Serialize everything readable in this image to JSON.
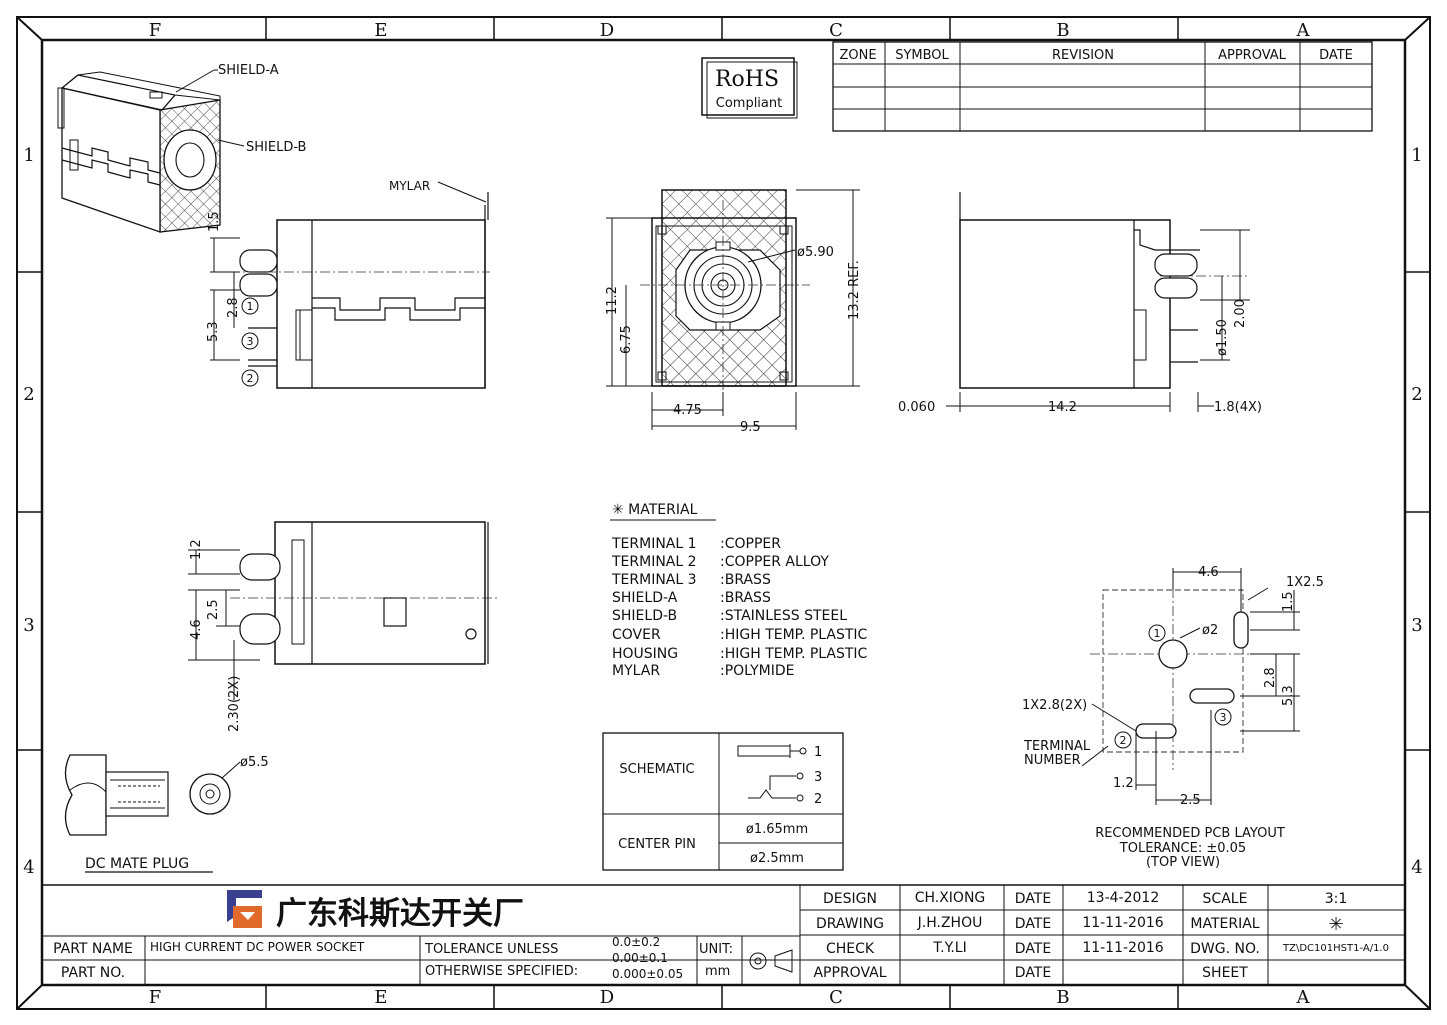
{
  "grid": {
    "cols_top": [
      "F",
      "E",
      "D",
      "C",
      "B",
      "A"
    ],
    "cols_bottom": [
      "F",
      "E",
      "D",
      "C",
      "B",
      "A"
    ],
    "rows": [
      "1",
      "2",
      "3",
      "4"
    ]
  },
  "revision_table": {
    "headers": [
      "ZONE",
      "SYMBOL",
      "REVISION",
      "APPROVAL",
      "DATE"
    ]
  },
  "rohs": {
    "line1": "RoHS",
    "line2": "Compliant"
  },
  "callouts": {
    "shield_a": "SHIELD-A",
    "shield_b": "SHIELD-B",
    "mylar": "MYLAR"
  },
  "dims": {
    "d1_5": "1.5",
    "d2_8": "2.8",
    "d5_3": "5.3",
    "d11_2": "11.2",
    "d6_75": "6.75",
    "d4_75": "4.75",
    "d9_5": "9.5",
    "d5_90": "ø5.90",
    "d13_2": "13.2 REF.",
    "d0_060": "0.060",
    "d14_2": "14.2",
    "d1_8": "1.8(4X)",
    "d1_50": "ø1.50",
    "d2_00": "2.00",
    "b1_2": "1.2",
    "b2_5": "2.5",
    "b4_6": "4.6",
    "b2_30": "2.30(2X)",
    "plug_d": "ø5.5"
  },
  "terminals": {
    "t1": "1",
    "t2": "2",
    "t3": "3"
  },
  "material": {
    "title": "✳ MATERIAL",
    "rows": [
      {
        "part": "TERMINAL 1",
        "mat": ":COPPER"
      },
      {
        "part": "TERMINAL 2",
        "mat": ":COPPER  ALLOY"
      },
      {
        "part": "TERMINAL 3",
        "mat": ":BRASS"
      },
      {
        "part": "SHIELD-A",
        "mat": ":BRASS"
      },
      {
        "part": "SHIELD-B",
        "mat": ":STAINLESS  STEEL"
      },
      {
        "part": "COVER",
        "mat": ":HIGH  TEMP.  PLASTIC"
      },
      {
        "part": "HOUSING",
        "mat": ":HIGH  TEMP.  PLASTIC"
      },
      {
        "part": "MYLAR",
        "mat": ":POLYMIDE"
      }
    ]
  },
  "schematic": {
    "label": "SCHEMATIC",
    "center_pin": "CENTER PIN",
    "pin_a": "ø1.65mm",
    "pin_b": "ø2.5mm",
    "pins": [
      "1",
      "3",
      "2"
    ]
  },
  "pcb": {
    "d4_6": "4.6",
    "slot1": "1X2.5",
    "d1_5": "1.5",
    "hole": "ø2",
    "d2_8": "2.8",
    "d5_3": "5.3",
    "slot2": "1X2.8(2X)",
    "terminal_number_1": "TERMINAL",
    "terminal_number_2": "NUMBER",
    "d1_2": "1.2",
    "d2_5": "2.5",
    "title1": "RECOMMENDED PCB LAYOUT",
    "title2": "TOLERANCE: ±0.05",
    "title3": "(TOP  VIEW)",
    "n1": "1",
    "n2": "2",
    "n3": "3"
  },
  "plug": {
    "label": "DC MATE PLUG"
  },
  "title_block": {
    "company": "广东科斯达开关厂",
    "design_label": "DESIGN",
    "design_name": "CH.XIONG",
    "design_date_label": "DATE",
    "design_date": "13-4-2012",
    "drawing_label": "DRAWING",
    "drawing_name": "J.H.ZHOU",
    "drawing_date_label": "DATE",
    "drawing_date": "11-11-2016",
    "check_label": "CHECK",
    "check_name": "T.Y.LI",
    "check_date_label": "DATE",
    "check_date": "11-11-2016",
    "approval_label": "APPROVAL",
    "approval_date_label": "DATE",
    "scale_label": "SCALE",
    "scale_value": "3:1",
    "material_label": "MATERIAL",
    "material_value": "✳",
    "dwg_label": "DWG. NO.",
    "dwg_value": "TZ\\DC101HST1-A/1.0",
    "sheet_label": "SHEET",
    "part_name_label": "PART NAME",
    "part_name_value": "HIGH  CURRENT  DC  POWER  SOCKET",
    "part_no_label": "PART NO.",
    "tol_line1": "TOLERANCE  UNLESS",
    "tol_line2": "OTHERWISE  SPECIFIED:",
    "tol_a": "0.0±0.2",
    "tol_b": "0.00±0.1",
    "tol_c": "0.000±0.05",
    "unit_label": "UNIT:",
    "unit_value": "mm"
  }
}
